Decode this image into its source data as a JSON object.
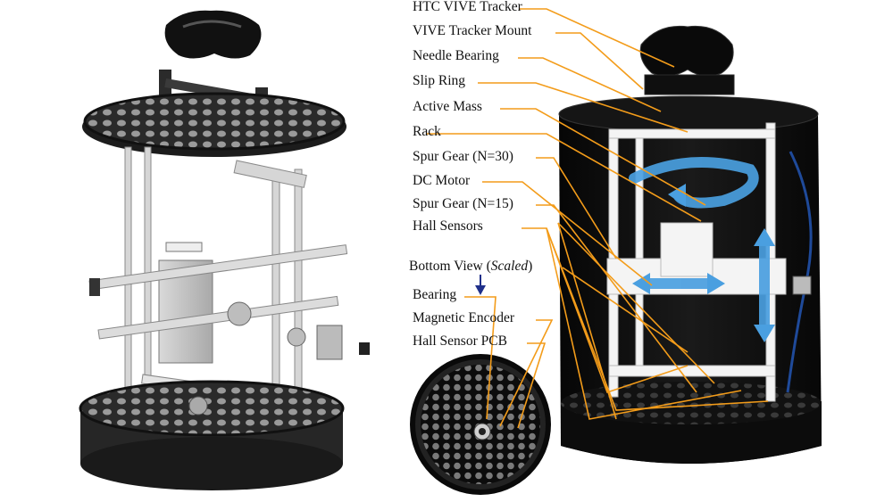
{
  "labels": [
    "HTC VIVE Tracker",
    "VIVE Tracker Mount",
    "Needle Bearing",
    "Slip Ring",
    "Active Mass",
    "Rack",
    "Spur Gear (N=30)",
    "DC Motor",
    "Spur Gear (N=15)",
    "Hall Sensors"
  ],
  "bottom_view": {
    "title_prefix": "Bottom View (",
    "title_italic": "Scaled",
    "title_suffix": ")",
    "labels": [
      "Bearing",
      "Magnetic Encoder",
      "Hall Sensor PCB"
    ]
  },
  "colors": {
    "leader": "#f39c1a",
    "body_dark": "#0d0d0d",
    "frame_white": "#f2f2f2",
    "arrow_blue": "#4a9fe0",
    "render_gray": "#cfcfcf",
    "indicator_arrow": "#1f2f8a"
  }
}
